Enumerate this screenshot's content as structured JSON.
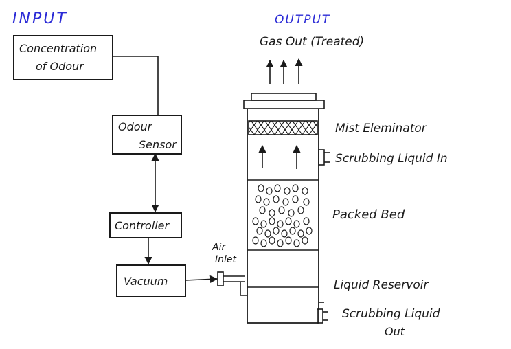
{
  "headers": {
    "input": "INPUT",
    "output": "OUTPUT"
  },
  "gas_out": "Gas Out (Treated)",
  "blocks": {
    "concentration": [
      "Concentration",
      "of Odour"
    ],
    "sensor": [
      "Odour",
      "Sensor"
    ],
    "controller": "Controller",
    "vacuum": "Vacuum"
  },
  "air_inlet": [
    "Air",
    "Inlet"
  ],
  "labels": {
    "mist_eliminator": "Mist Eleminator",
    "scrubbing_in": "Scrubbing Liquid In",
    "packed_bed": "Packed Bed",
    "liquid_reservoir": "Liquid Reservoir",
    "scrubbing_out": [
      "Scrubbing Liquid",
      "Out"
    ]
  },
  "colors": {
    "ink": "#1a1a1a",
    "header_ink": "#2b2bd6"
  }
}
